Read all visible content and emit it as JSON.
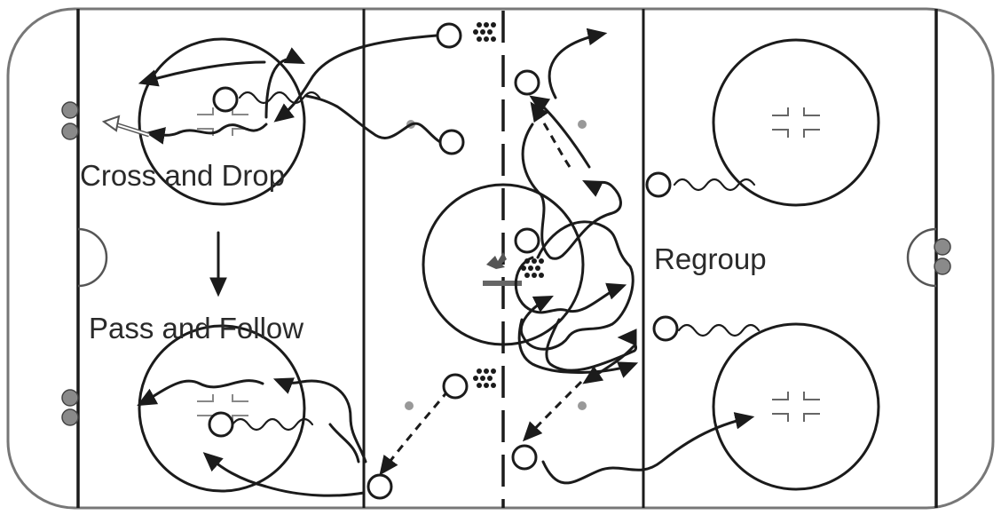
{
  "labels": {
    "cross_and_drop": "Cross and Drop",
    "pass_and_follow": "Pass and Follow",
    "regroup": "Regroup"
  },
  "icons": {
    "puck_pile": "puck-pile-icon",
    "player": "player-icon",
    "center_logo": "hockey-canada-logo"
  },
  "colors": {
    "line": "#1b1b1b",
    "board": "#777777",
    "goal": "#8a8a8a",
    "dot": "#999999",
    "text": "#2a2a2a"
  }
}
